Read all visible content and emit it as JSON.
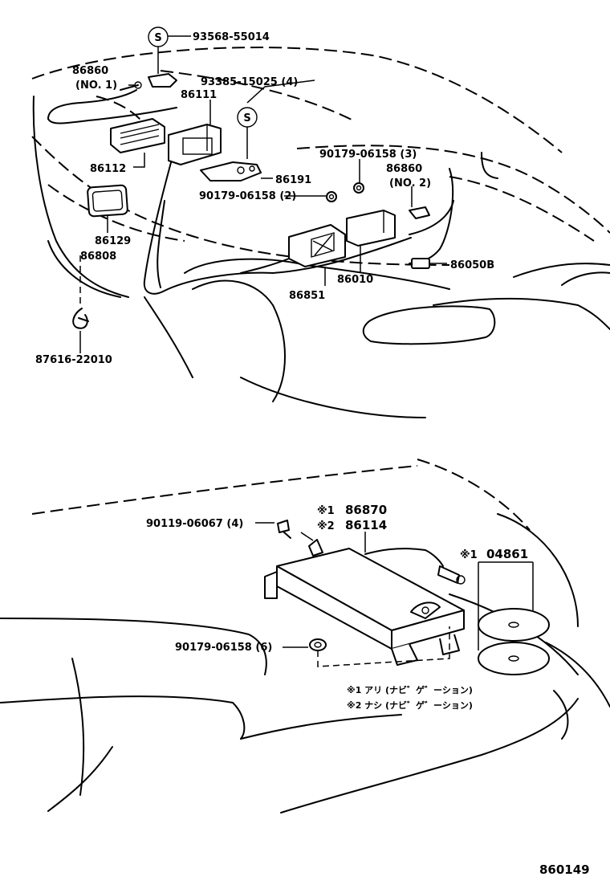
{
  "diagram_id": "860149",
  "s_marker": "S",
  "labels": {
    "p93568": "93568-55014",
    "p86860_1": "86860",
    "p86860_1_sub": "(NO. 1)",
    "p93385": "93385-15025 (4)",
    "p86111": "86111",
    "p86112": "86112",
    "p86129": "86129",
    "p86808": "86808",
    "p86191": "86191",
    "p90179_2": "90179-06158 (2)",
    "p90179_3": "90179-06158 (3)",
    "p86860_2": "86860",
    "p86860_2_sub": "(NO. 2)",
    "p86010": "86010",
    "p86050b": "86050B",
    "p86851": "86851",
    "p87616": "87616-22010",
    "p86870_mark": "※1",
    "p86870": "86870",
    "p86114_mark": "※2",
    "p86114": "86114",
    "p90119": "90119-06067 (4)",
    "p04861_mark": "※1",
    "p04861": "04861",
    "p90179_6": "90179-06158 (6)",
    "note1": "※1  アリ (ナビ゛ゲ゛ーション)",
    "note2": "※2  ナシ (ナビ゛ゲ゛ーション)"
  }
}
